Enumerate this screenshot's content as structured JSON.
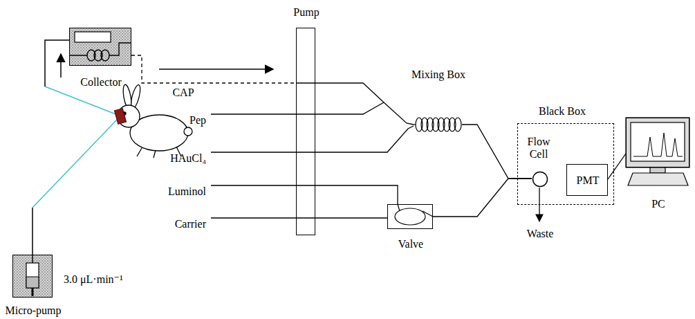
{
  "diagram": {
    "nodes": [
      {
        "text": [
          "Collector"
        ]
      },
      {
        "text": [
          "Micro-pump"
        ]
      },
      {
        "text": [
          "Pump"
        ]
      },
      {
        "text": [
          "Mixing Box"
        ]
      },
      {
        "text": [
          "Valve"
        ]
      },
      {
        "text": [
          "Black Box"
        ]
      },
      {
        "text": [
          "Flow Cell"
        ],
        "in": 5
      },
      {
        "text": [
          "PMT"
        ],
        "in": 5
      },
      {
        "text": [
          "PC"
        ]
      }
    ],
    "edges": [
      {
        "from": 0,
        "to": 2,
        "arrow": "none"
      },
      {
        "from": 2,
        "to": 3,
        "arrow": "none"
      },
      {
        "from": 2,
        "to": 4,
        "arrow": "none"
      },
      {
        "from": 3,
        "to": 6,
        "arrow": "none"
      },
      {
        "from": 4,
        "to": 6,
        "arrow": "none"
      },
      {
        "from": 7,
        "to": 8,
        "arrow": "none"
      }
    ],
    "labels": [
      "CAP",
      "Pep",
      "HAuCl₄",
      "Luminol",
      "Carrier",
      "3.0 μL·min⁻¹",
      "Waste"
    ]
  }
}
